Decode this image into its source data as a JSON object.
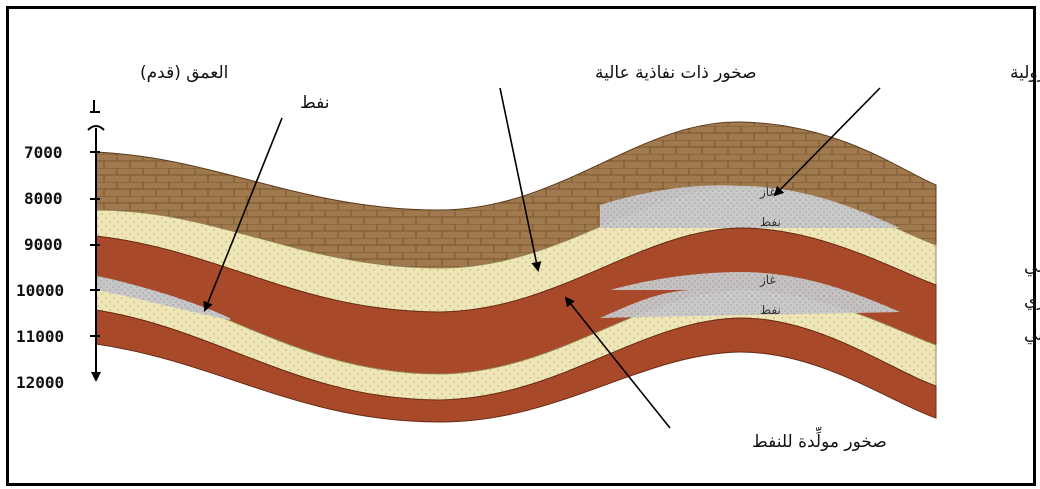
{
  "axis": {
    "title": "العمق (قدم)",
    "ticks": [
      "7000",
      "8000",
      "9000",
      "10000",
      "11000",
      "12000"
    ]
  },
  "labels": {
    "oil": "نفط",
    "high_permeability_rocks": "صخور ذات نفاذية عالية",
    "petroleum_trap": "مصيدة بترولية",
    "source_rocks": "صخور مولِّدة للنفط",
    "gas_upper": "غاز",
    "oil_upper": "نفط",
    "gas_lower": "غاز",
    "oil_lower": "نفط"
  },
  "legend": {
    "sandstone": "حجر رملي",
    "limestone": "حجر جيري",
    "shale": "حجر طيني"
  },
  "colors": {
    "limestone": "#a07a4e",
    "sandstone": "#efe6b8",
    "shale": "#a84a2a",
    "gas": "#c7c7c9"
  }
}
